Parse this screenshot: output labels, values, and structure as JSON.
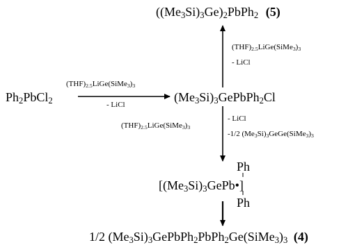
{
  "species": {
    "top_product": {
      "part1": "((Me",
      "sub1": "3",
      "part2": "Si)",
      "sub2": "3",
      "part3": "Ge)",
      "sub3": "2",
      "part4": "PbPh",
      "sub4": "2",
      "label": "(5)"
    },
    "starting_material": {
      "part1": "Ph",
      "sub1": "2",
      "part2": "PbCl",
      "sub2": "2"
    },
    "intermediate": {
      "part1": "(Me",
      "sub1": "3",
      "part2": "Si)",
      "sub2": "3",
      "part3": "GePbPh",
      "sub3": "2",
      "part4": "Cl"
    },
    "radical": {
      "part1": "[(Me",
      "sub1": "3",
      "part2": "Si)",
      "sub2": "3",
      "part3": "GePb•]",
      "ph_top": "Ph",
      "ph_bottom": "Ph"
    },
    "final_product": {
      "part1": "1/2 (Me",
      "sub1": "3",
      "part2": "Si)",
      "sub2": "3",
      "part3": "GePbPh",
      "sub3": "2",
      "part4": "PbPh",
      "sub4": "2",
      "part5": "Ge(SiMe",
      "sub5": "3",
      "part6": ")",
      "sub6": "3",
      "label": "(4)"
    }
  },
  "conditions": {
    "arrow_right_reagent": {
      "part1": "(THF)",
      "sub1": "2.5",
      "part2": "LiGe(SiMe",
      "sub2": "3",
      "part3": ")",
      "sub3": "3"
    },
    "arrow_right_byproduct": "- LiCl",
    "arrow_up_reagent": {
      "part1": "(THF)",
      "sub1": "2.5",
      "part2": "LiGe(SiMe",
      "sub2": "3",
      "part3": ")",
      "sub3": "3"
    },
    "arrow_up_byproduct": "- LiCl",
    "arrow_down_reagent": {
      "part1": "(THF)",
      "sub1": "2.5",
      "part2": "LiGe(SiMe",
      "sub2": "3",
      "part3": ")",
      "sub3": "3"
    },
    "arrow_down_byproduct1": "- LiCl",
    "arrow_down_byproduct2": {
      "part1": "-1/2 (Me",
      "sub1": "3",
      "part2": "Si)",
      "sub2": "3",
      "part3": "GeGe(SiMe",
      "sub3": "3",
      "part4": ")",
      "sub4": "3"
    }
  }
}
